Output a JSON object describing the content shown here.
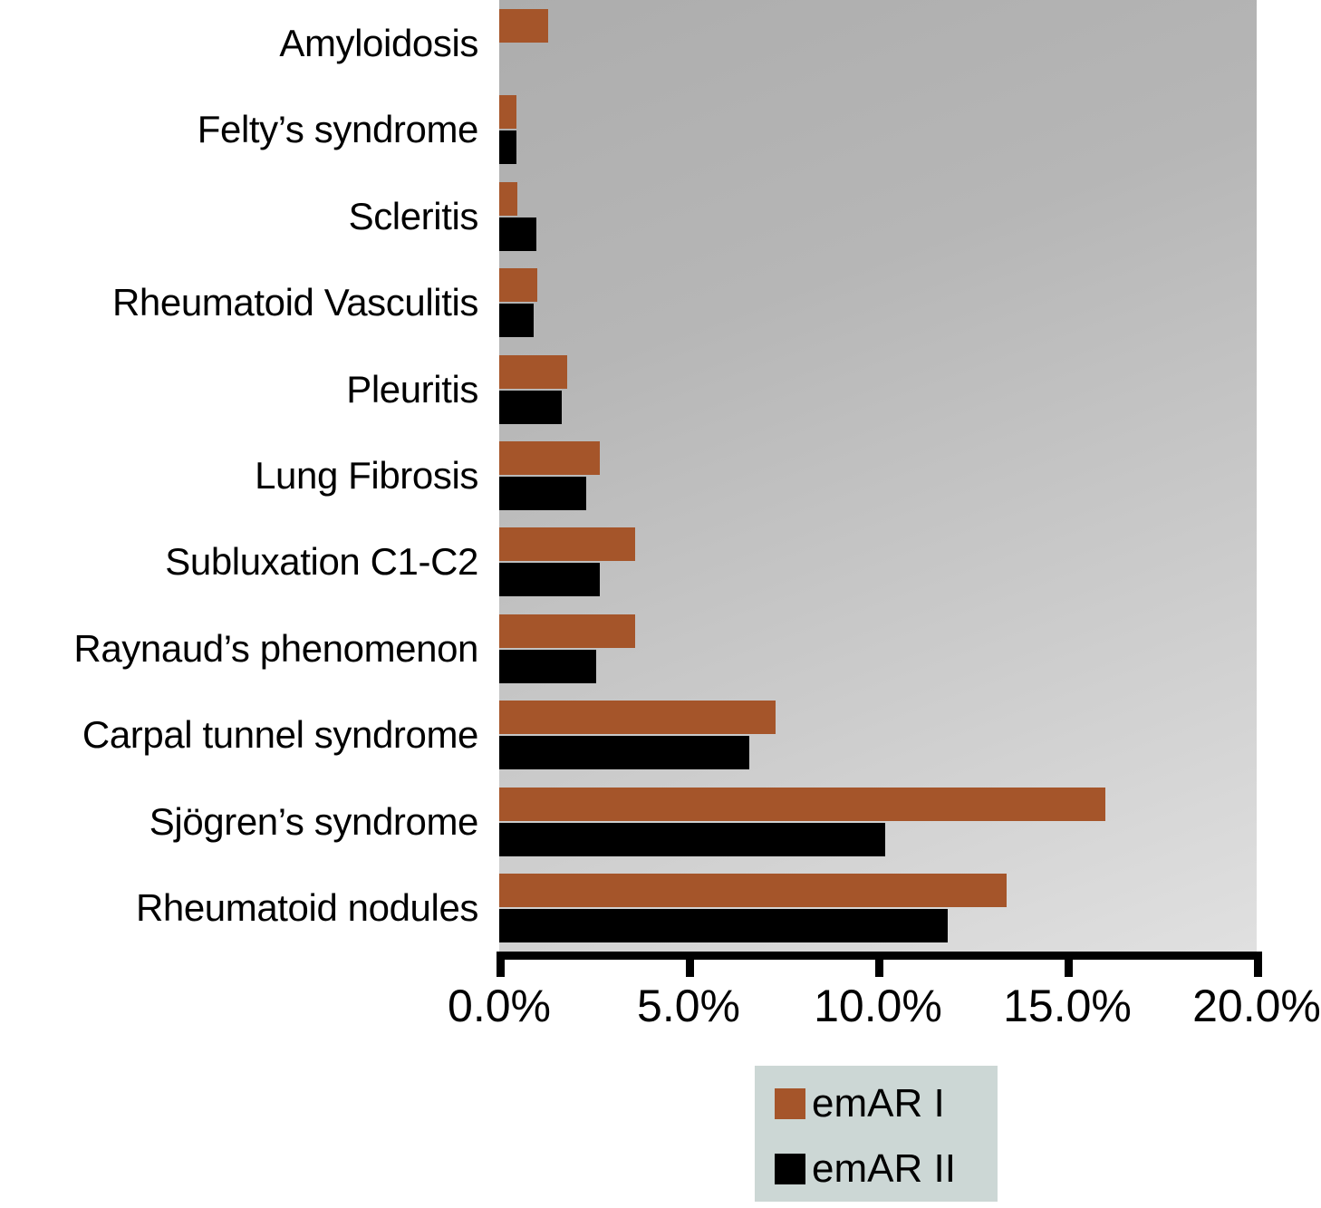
{
  "chart_data": {
    "type": "bar",
    "orientation": "horizontal",
    "title": "",
    "xlabel": "",
    "ylabel": "",
    "xlim": [
      0,
      20
    ],
    "xticks": [
      "0.0%",
      "5.0%",
      "10.0%",
      "15.0%",
      "20.0%"
    ],
    "xtick_values": [
      0,
      5,
      10,
      15,
      20
    ],
    "grid": false,
    "legend_position": "bottom-center",
    "categories": [
      "Amyloidosis",
      "Felty’s syndrome",
      "Scleritis",
      "Rheumatoid Vasculitis",
      "Pleuritis",
      "Lung Fibrosis",
      "Subluxation C1-C2",
      "Raynaud’s phenomenon",
      "Carpal tunnel syndrome",
      "Sjögren’s syndrome",
      "Rheumatoid nodules"
    ],
    "series": [
      {
        "name": "emAR I",
        "color": "#a5552a",
        "values": [
          1.3,
          0.45,
          0.48,
          1.0,
          1.8,
          2.65,
          3.6,
          3.6,
          7.3,
          16.0,
          13.4
        ]
      },
      {
        "name": "emAR II",
        "color": "#000000",
        "values": [
          0.0,
          0.45,
          0.98,
          0.92,
          1.65,
          2.3,
          2.65,
          2.55,
          6.6,
          10.2,
          11.85
        ]
      }
    ],
    "legend": [
      {
        "label": "emAR I",
        "color": "#a5552a"
      },
      {
        "label": "emAR II",
        "color": "#000000"
      }
    ]
  },
  "colors": {
    "series1": "#a5552a",
    "series2": "#000000",
    "plot_background_top": "#adadad",
    "plot_background_bottom": "#e0e0e0",
    "legend_background": "#ccd7d5",
    "axis": "#000000"
  }
}
